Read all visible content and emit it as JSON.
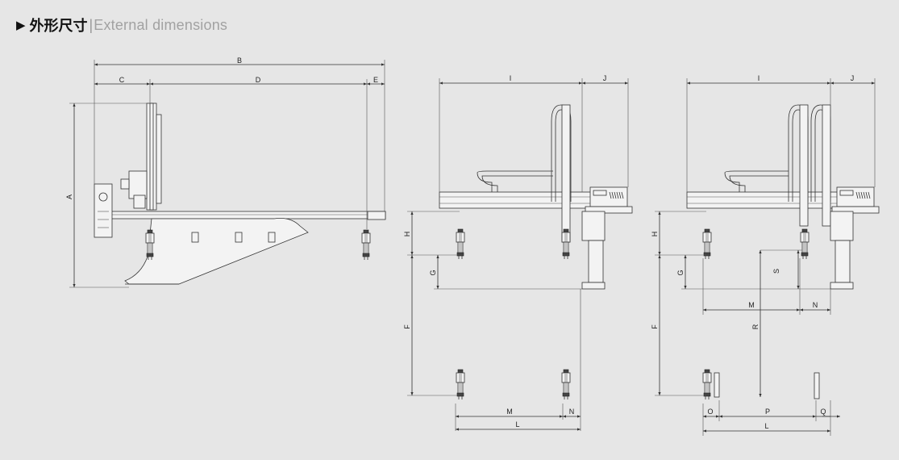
{
  "header": {
    "marker": "▶",
    "title_zh": "外形尺寸",
    "separator": "|",
    "title_en": "External dimensions"
  },
  "view1": {
    "labels": {
      "A": "A",
      "B": "B",
      "C": "C",
      "D": "D",
      "E": "E"
    }
  },
  "view2": {
    "labels": {
      "I": "I",
      "J": "J",
      "H": "H",
      "G": "G",
      "F": "F",
      "M": "M",
      "N": "N",
      "L": "L"
    }
  },
  "view3": {
    "labels": {
      "I": "I",
      "J": "J",
      "H": "H",
      "G": "G",
      "F": "F",
      "S": "S",
      "M": "M",
      "N": "N",
      "R": "R",
      "O": "O",
      "P": "P",
      "Q": "Q",
      "L": "L"
    }
  }
}
